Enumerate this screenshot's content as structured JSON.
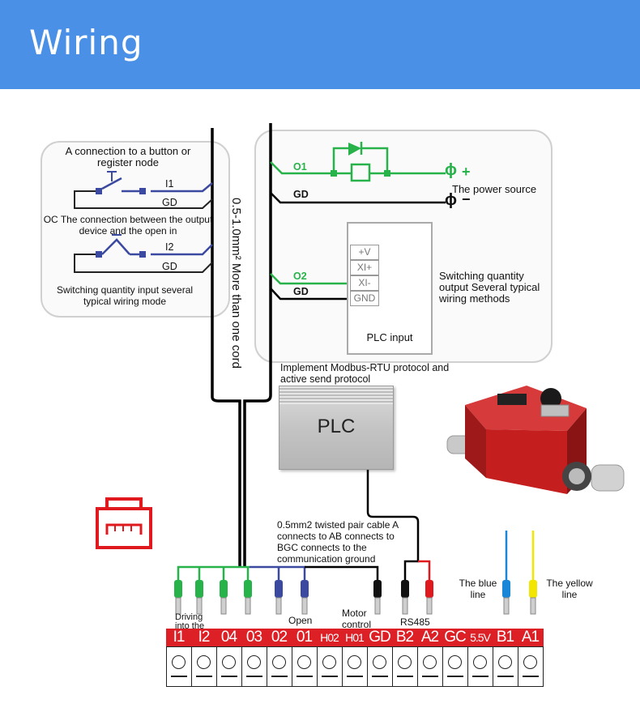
{
  "header": {
    "title": "Wiring"
  },
  "left_panel": {
    "node_title": "A connection to a button or register node",
    "i1": "I1",
    "gd1": "GD",
    "oc_text": "OC The connection between the output device and the open in",
    "i2": "I2",
    "gd2": "GD",
    "caption": "Switching quantity input several typical wiring mode"
  },
  "cord_label": "0.5-1.0mm² More than one cord",
  "right_panel": {
    "o1": "O1",
    "gd_top": "GD",
    "plus_sign": "+",
    "minus_sign": "−",
    "phi_symbol": "ϕ",
    "power_source": "The power source",
    "o2": "O2",
    "gd_bottom": "GD",
    "plc_pins": [
      "+V",
      "XI+",
      "XI-",
      "GND"
    ],
    "plc_input_label": "PLC input",
    "caption": "Switching quantity output Several typical wiring methods"
  },
  "modbus_note": "Implement Modbus-RTU protocol and active send protocol",
  "plc_label": "PLC",
  "twisted_note": "0.5mm2 twisted pair cable A connects to AB connects to BGC connects to the communication ground",
  "connector_labels": {
    "driving": "Driving into the",
    "open": "Open",
    "motor": "Motor control",
    "rs485": "RS485",
    "blue_line": "The blue line",
    "yellow_line": "The yellow line"
  },
  "terminals": [
    "I1",
    "I2",
    "04",
    "03",
    "02",
    "01",
    "H02",
    "H01",
    "GD",
    "B2",
    "A2",
    "GC",
    "5.5V",
    "B1",
    "A1"
  ],
  "colors": {
    "header_bg": "#4a90e6",
    "green_wire": "#27b34a",
    "blue_wire": "#3b4aa0",
    "red_strip": "#dd1f26",
    "red_wire": "#e0191f",
    "blue_probe": "#1a86d8",
    "yellow_probe": "#f2e600"
  },
  "icons": [
    "rj45-port-icon",
    "torque-sensor-photo"
  ]
}
